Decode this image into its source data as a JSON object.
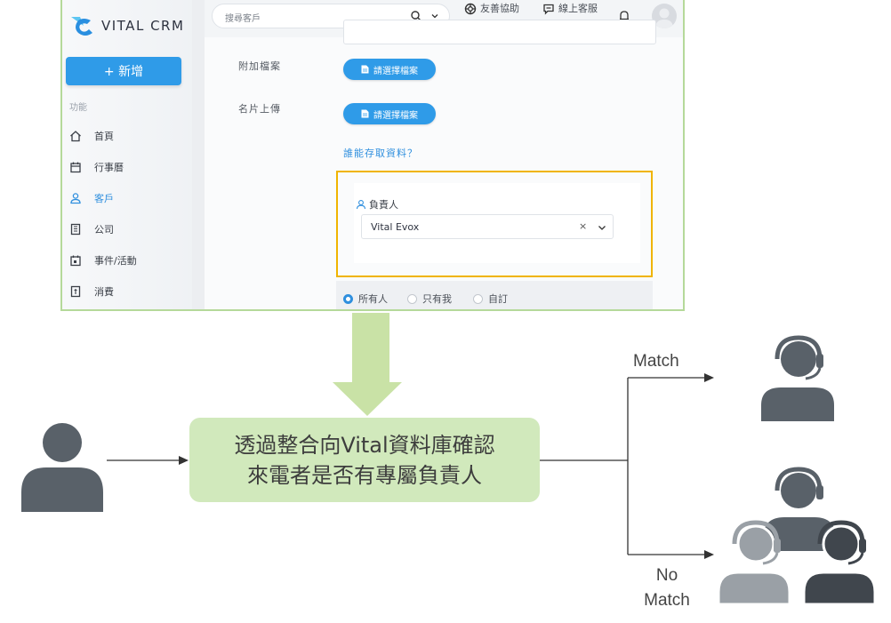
{
  "crm": {
    "logo_text": "VITAL CRM",
    "add_label": "+ 新增",
    "section_label": "功能",
    "nav": [
      {
        "label": "首頁",
        "icon": "home-icon"
      },
      {
        "label": "行事曆",
        "icon": "calendar-icon"
      },
      {
        "label": "客戶",
        "icon": "users-icon",
        "active": true
      },
      {
        "label": "公司",
        "icon": "building-icon"
      },
      {
        "label": "事件/活動",
        "icon": "event-icon"
      },
      {
        "label": "消費",
        "icon": "receipt-icon"
      }
    ],
    "search_placeholder": "搜尋客戶",
    "help_label": "友善協助",
    "service_label": "線上客服",
    "attach_label": "附加檔案",
    "card_label": "名片上傳",
    "file_button": "請選擇檔案",
    "access_link": "誰能存取資料？",
    "owner_label": "負責人",
    "owner_value": "Vital Evox",
    "owner_clear": "×",
    "radios": [
      {
        "label": "所有人",
        "selected": true
      },
      {
        "label": "只有我",
        "selected": false
      },
      {
        "label": "自訂",
        "selected": false
      }
    ],
    "accent": "#2f9be8",
    "highlight": "#f0b400"
  },
  "flow": {
    "process_line1": "透過整合向Vital資料庫確認",
    "process_line2": "來電者是否有專屬負責人",
    "match_label": "Match",
    "nomatch_line1": "No",
    "nomatch_line2": "Match",
    "box_color": "#d1e9bc",
    "arrow_color": "#c9e2a6",
    "person_color": "#596169"
  }
}
